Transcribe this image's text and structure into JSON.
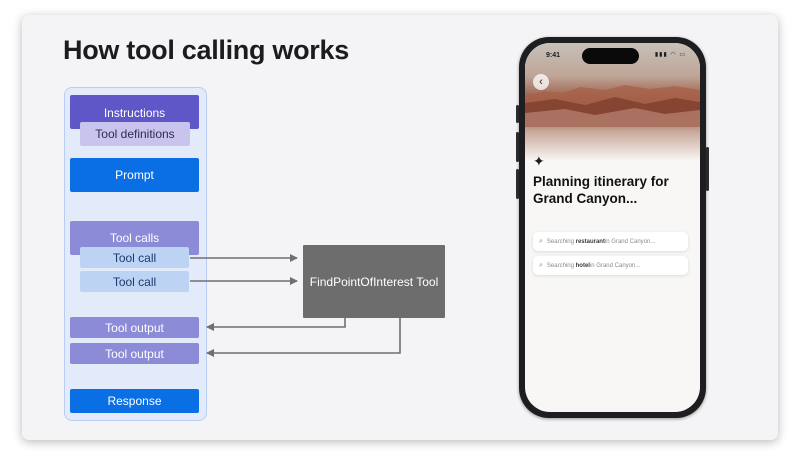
{
  "slide": {
    "title": "How tool calling works"
  },
  "diagram": {
    "instructions": "Instructions",
    "tool_definitions": "Tool definitions",
    "prompt": "Prompt",
    "tool_calls": "Tool calls",
    "tool_call_1": "Tool call",
    "tool_call_2": "Tool call",
    "tool_output_1": "Tool output",
    "tool_output_2": "Tool output",
    "response": "Response",
    "tool": "FindPointOfInterest Tool"
  },
  "colors": {
    "instructions": "#5f57c8",
    "tool_definitions": "#c9c4ee",
    "prompt": "#0a6fe5",
    "tool_calls": "#8c8bd8",
    "tool_call": "#bdd3f3",
    "tool_output": "#8c8bd8",
    "response": "#0a6fe5",
    "tool": "#6d6d6d",
    "arrow": "#6f6f6f"
  },
  "phone": {
    "time": "9:41",
    "back_icon": "chevron-left-icon",
    "sparkle_icon": "sparkles-icon",
    "heading": "Planning itinerary for Grand Canyon...",
    "search_1": {
      "prefix": "Searching ",
      "keyword": "restaurant",
      "suffix": " in Grand Canyon..."
    },
    "search_2": {
      "prefix": "Searching ",
      "keyword": "hotel",
      "suffix": " in Grand Canyon..."
    }
  }
}
